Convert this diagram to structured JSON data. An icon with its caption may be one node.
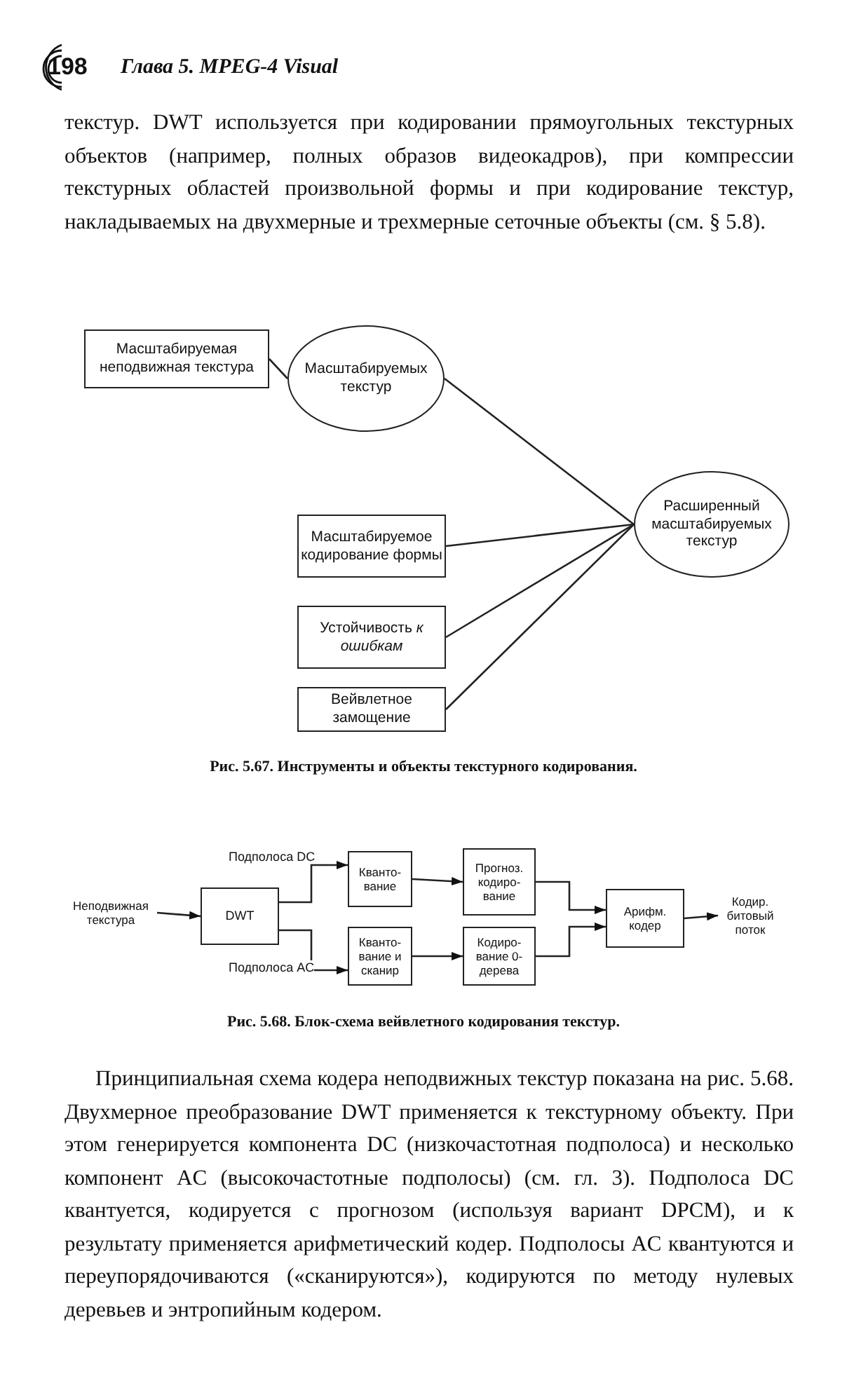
{
  "diagram": {
    "nodes": [
      {
        "text": [
          "Масштабируемая неподвижная текстура"
        ]
      },
      {
        "text": [
          "Масштабируемых текстур"
        ]
      },
      {
        "text": [
          "Расширенный масштабируемых текстур"
        ]
      },
      {
        "text": [
          "Масштабируемое кодирование формы"
        ]
      },
      {
        "text": [
          "Устойчивость *к ошибкам*"
        ]
      },
      {
        "text": [
          "Вейвлетное замощение"
        ]
      },
      {
        "text": [
          "Неподвижная текстура"
        ]
      },
      {
        "text": [
          "DWT"
        ]
      },
      {
        "text": [
          "Кванто-вание"
        ]
      },
      {
        "text": [
          "Прогноз. кодиро-вание"
        ]
      },
      {
        "text": [
          "Кванто-вание и сканир"
        ]
      },
      {
        "text": [
          "Кодиро-вание 0-дерева"
        ]
      },
      {
        "text": [
          "Арифм. кодер"
        ]
      },
      {
        "text": [
          "Кодир. битовый поток"
        ]
      }
    ],
    "edges": [
      {
        "from": 0,
        "to": 1,
        "arrow": "none"
      },
      {
        "from": 1,
        "to": 2,
        "arrow": "none"
      },
      {
        "from": 3,
        "to": 2,
        "arrow": "none"
      },
      {
        "from": 4,
        "to": 2,
        "arrow": "none"
      },
      {
        "from": 5,
        "to": 2,
        "arrow": "none"
      },
      {
        "from": 6,
        "to": 7,
        "arrow": "to"
      },
      {
        "from": 7,
        "to": 8,
        "arrow": "to",
        "label": "Подполоса DC"
      },
      {
        "from": 7,
        "to": 10,
        "arrow": "to",
        "label": "Подполоса AC"
      },
      {
        "from": 8,
        "to": 9,
        "arrow": "to"
      },
      {
        "from": 10,
        "to": 11,
        "arrow": "to"
      },
      {
        "from": 9,
        "to": 12,
        "arrow": "to"
      },
      {
        "from": 11,
        "to": 12,
        "arrow": "to"
      },
      {
        "from": 12,
        "to": 13,
        "arrow": "to"
      }
    ],
    "labels": [
      "198",
      "Глава 5. MPEG-4 Visual",
      "текстур. DWT используется при кодировании прямоугольных текстурных объектов (например, полных образов видеокадров), при компрессии текстурных областей произвольной формы и при кодирование текстур, накладываемых на двухмерные и трехмерные сеточные объекты (см. § 5.8).",
      "Рис. 5.67. Инструменты и объекты текстурного кодирования.",
      "Рис. 5.68. Блок-схема вейвлетного кодирования текстур.",
      "Принципиальная схема кодера неподвижных текстур показана на рис. 5.68. Двухмерное преобразование DWT применяется к текстурному объекту. При этом генерируется компонента DC (низкочастотная подполоса) и несколько компонент AC (высокочастотные подполосы) (см. гл. 3). Подполоса DC квантуется, кодируется с прогнозом (используя вариант DPCM), и к результату применяется арифметический кодер. Подполосы AC квантуются и переупорядочиваются («сканируются»), кодируются по методу нулевых деревьев и энтропийным кодером."
    ]
  }
}
